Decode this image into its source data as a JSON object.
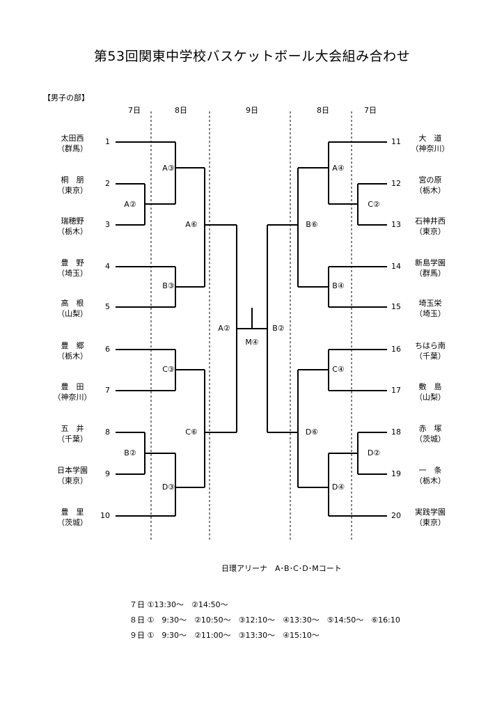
{
  "title": "第53回関東中学校バスケットボール大会組み合わせ",
  "division": "【男子の部】",
  "days": {
    "d7l": "7日",
    "d8l": "8日",
    "d9": "9日",
    "d8r": "8日",
    "d7r": "7日"
  },
  "left_teams": [
    {
      "seed": "1",
      "name": "太田西",
      "pref": "（群馬）"
    },
    {
      "seed": "2",
      "name": "桐　朋",
      "pref": "（東京）"
    },
    {
      "seed": "3",
      "name": "瑞穂野",
      "pref": "（栃木）"
    },
    {
      "seed": "4",
      "name": "豊　野",
      "pref": "（埼玉）"
    },
    {
      "seed": "5",
      "name": "高　根",
      "pref": "（山梨）"
    },
    {
      "seed": "6",
      "name": "豊　郷",
      "pref": "（栃木）"
    },
    {
      "seed": "7",
      "name": "豊　田",
      "pref": "（神奈川）"
    },
    {
      "seed": "8",
      "name": "五　井",
      "pref": "（千葉）"
    },
    {
      "seed": "9",
      "name": "日本学園",
      "pref": "（東京）"
    },
    {
      "seed": "10",
      "name": "豊　里",
      "pref": "（茨城）"
    }
  ],
  "right_teams": [
    {
      "seed": "11",
      "name": "大　道",
      "pref": "（神奈川）"
    },
    {
      "seed": "12",
      "name": "宮の原",
      "pref": "（栃木）"
    },
    {
      "seed": "13",
      "name": "石神井西",
      "pref": "（東京）"
    },
    {
      "seed": "14",
      "name": "新島学園",
      "pref": "（群馬）"
    },
    {
      "seed": "15",
      "name": "埼玉栄",
      "pref": "（埼玉）"
    },
    {
      "seed": "16",
      "name": "ちはら南",
      "pref": "（千葉）"
    },
    {
      "seed": "17",
      "name": "敷　島",
      "pref": "（山梨）"
    },
    {
      "seed": "18",
      "name": "赤　塚",
      "pref": "（茨城）"
    },
    {
      "seed": "19",
      "name": "一　条",
      "pref": "（栃木）"
    },
    {
      "seed": "20",
      "name": "実践学園",
      "pref": "（東京）"
    }
  ],
  "matches": {
    "A2l": "A②",
    "A3": "A③",
    "B3": "B③",
    "C3": "C③",
    "B2l": "B②",
    "D3": "D③",
    "A6": "A⑥",
    "C6": "C⑥",
    "A2c": "A②",
    "A4": "A④",
    "C2": "C②",
    "B4": "B④",
    "C4": "C④",
    "D2": "D②",
    "D4": "D④",
    "B6": "B⑥",
    "D6": "D⑥",
    "B2c": "B②",
    "M4": "M④"
  },
  "venue": "日環アリーナ　A･B･C･D･Mコート",
  "schedule": [
    "７日 ①13:30～　②14:50～",
    "８日 ①　9:30～　②10:50～　③12:10～　④13:30～　⑤14:50～　⑥16:10",
    "９日 ①　9:30～　②11:00～　③13:30～　④15:10～"
  ]
}
